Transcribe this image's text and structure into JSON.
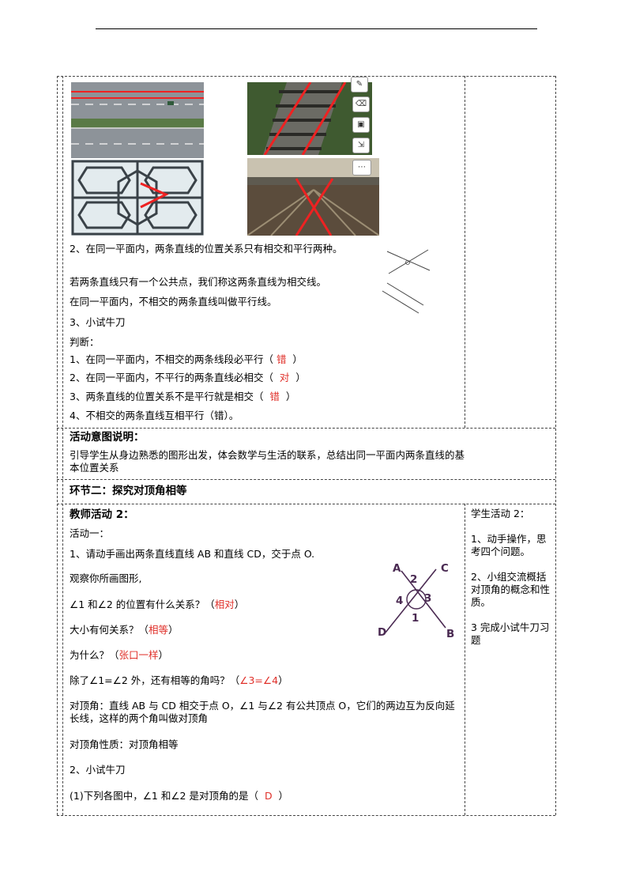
{
  "section1": {
    "p2": "2、在同一平面内，两条直线的位置关系只有相交和平行两种。",
    "p3": "若两条直线只有一个公共点，我们称这两条直线为相交线。",
    "p4": "在同一平面内，不相交的两条直线叫做平行线。",
    "p5": "3、小试牛刀",
    "p6": "判断：",
    "q1_pre": "1、在同一平面内，不相交的两条线段必平行（",
    "q1_ans": "错",
    "q1_post": "）",
    "q2_pre": "2、在同一平面内，不平行的两条直线必相交（",
    "q2_ans": "对",
    "q2_post": "）",
    "q3_pre": "3、两条直线的位置关系不是平行就是相交（",
    "q3_ans": "错",
    "q3_post": "）",
    "q4": "4、不相交的两条直线互相平行（错）。"
  },
  "intent": {
    "heading": "活动意图说明：",
    "body": "引导学生从身边熟悉的图形出发，体会数学与生活的联系，总结出同一平面内两条直线的基本位置关系"
  },
  "section2": {
    "heading": "环节二：探究对顶角相等"
  },
  "teacher": {
    "heading": "教师活动 2：",
    "a1": "活动一：",
    "a2": "1、请动手画出两条直线直线 AB 和直线 CD，交于点 O.",
    "a3": "观察你所画图形,",
    "a4_pre": "∠1 和∠2 的位置有什么关系？（",
    "a4_ans": "相对",
    "a4_post": "）",
    "a5_pre": "大小有何关系？（",
    "a5_ans": "相等",
    "a5_post": "）",
    "a6_pre": "为什么？（",
    "a6_ans": "张口一样",
    "a6_post": "）",
    "a7_pre": "除了∠1=∠2 外，还有相等的角吗？（",
    "a7_ans": "∠3=∠4",
    "a7_post": "）",
    "a8": "对顶角：直线 AB 与 CD 相交于点 O，∠1 与∠2 有公共顶点 O，它们的两边互为反向延长线，这样的两个角叫做对顶角",
    "a9": "对顶角性质：对顶角相等",
    "a10": "2、小试牛刀",
    "a11_pre": "(1)下列各图中，∠1 和∠2 是对顶角的是（",
    "a11_ans": "D",
    "a11_post": "）"
  },
  "student": {
    "s1": "学生活动 2：",
    "s2": "1、动手操作，思考四个问题。",
    "s3": "2、小组交流概括对顶角的概念和性质。",
    "s4": "3 完成小试牛刀习题"
  },
  "diagram": {
    "A": "A",
    "B": "B",
    "C": "C",
    "D": "D",
    "n1": "1",
    "n2": "2",
    "n3": "3",
    "n4": "4"
  },
  "colors": {
    "answer": "#e0302a",
    "line": "#ee2222",
    "diagram": "#4a2a52"
  }
}
